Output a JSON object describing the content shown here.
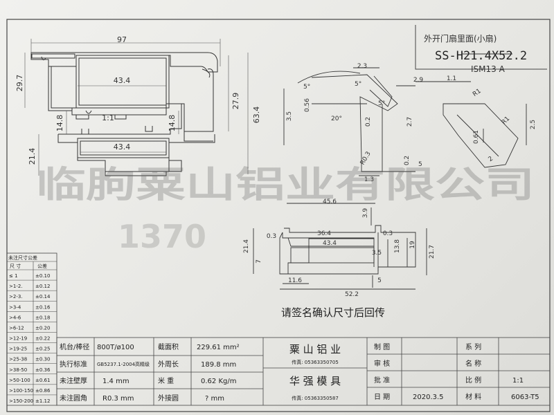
{
  "drawing": {
    "handwritten_title": "外开门扇里面(小扇)",
    "part_number": "SS-H21.4X52.2",
    "part_number_sub": "ISM13 A",
    "confirm_note": "请签名确认尺寸后回传",
    "ratio_label": "1:1"
  },
  "watermark": {
    "line1": "临朐粟山铝业有限公司",
    "line2": "1370"
  },
  "main_profile_dims": {
    "width_97": "97",
    "h_29_7": "29.7",
    "w_43_4_top": "43.4",
    "h_27_9": "27.9",
    "h_63_4": "63.4",
    "h_14_8_left": "14.8",
    "h_14_8_right": "14.8",
    "w_43_4_bottom": "43.4",
    "h_21_4": "21.4"
  },
  "detail_dims": {
    "d_2_3": "2.3",
    "d_5deg_a": "5°",
    "d_5deg_b": "5°",
    "d_5deg_c": "5°",
    "d_0_56": "0.56",
    "d_3_5": "3.5",
    "d_20deg": "20°",
    "d_0_2_a": "0.2",
    "d_2_7": "2.7",
    "d_r0_3": "R0.3",
    "d_0_2_b": "0.2",
    "d_5": "5",
    "d_1_3": "1.3",
    "d_2_9": "2.9",
    "d_1_1": "1.1",
    "d_r1_a": "R1",
    "d_r1_b": "R1",
    "d_2_5": "2.5",
    "d_0_61": "0.61",
    "d_2": "2"
  },
  "lower_profile_dims": {
    "w_45_6": "45.6",
    "w_3_9": "3.9",
    "d_0_3_l": "0.3",
    "w_36_4": "36.4",
    "d_0_3_r": "0.3",
    "w_43_4": "43.4",
    "h_21_4": "21.4",
    "h_7": "7",
    "h_13_8": "13.8",
    "h_19": "19",
    "h_21_7": "21.7",
    "d_3_5": "3.5",
    "w_11_6": "11.6",
    "h_5": "5",
    "w_52_2": "52.2"
  },
  "tolerance_table": {
    "title": "未注尺寸公差",
    "header": [
      "尺 寸",
      "公差"
    ],
    "rows": [
      [
        "≤ 1",
        "±0.10"
      ],
      [
        ">1-2.",
        "±0.12"
      ],
      [
        ">2-3.",
        "±0.14"
      ],
      [
        ">3-4",
        "±0.16"
      ],
      [
        ">4-6",
        "±0.18"
      ],
      [
        ">6-12",
        "±0.20"
      ],
      [
        ">12-19",
        "±0.22"
      ],
      [
        ">19-25",
        "±0.25"
      ],
      [
        ">25-38",
        "±0.30"
      ],
      [
        ">38-50",
        "±0.36"
      ],
      [
        ">50-100",
        "±0.61"
      ],
      [
        ">100-150",
        "±0.86"
      ],
      [
        ">150-200",
        "±1.12"
      ]
    ]
  },
  "title_block": {
    "row1": {
      "l1": "机台/棒径",
      "v1": "800T/ø100",
      "l2": "截面积",
      "v2": "229.61  mm²"
    },
    "row2": {
      "l1": "执行标准",
      "v1": "GB5237.1-2004高精级",
      "l2": "外周长",
      "v2": "189.8  mm"
    },
    "row3": {
      "l1": "未注壁厚",
      "v1": "1.4    mm",
      "l2": "米 重",
      "v2": "0.62  Kg/m"
    },
    "row4": {
      "l1": "未注圆角",
      "v1": "R0.3  mm",
      "l2": "外接圆",
      "v2": "?    mm"
    },
    "company": "粟 山 铝 业",
    "company_fax": "传真: 05363350705",
    "mold_company": "华 强 模 具",
    "mold_fax": "传真: 05363350587",
    "labels": [
      "制 图",
      "审 核",
      "批 准",
      "日 期"
    ],
    "date": "2020.3.5",
    "right_labels": [
      "系 列",
      "名 称",
      "比 例",
      "材 料"
    ],
    "scale": "1:1",
    "material": "6063-T5"
  }
}
